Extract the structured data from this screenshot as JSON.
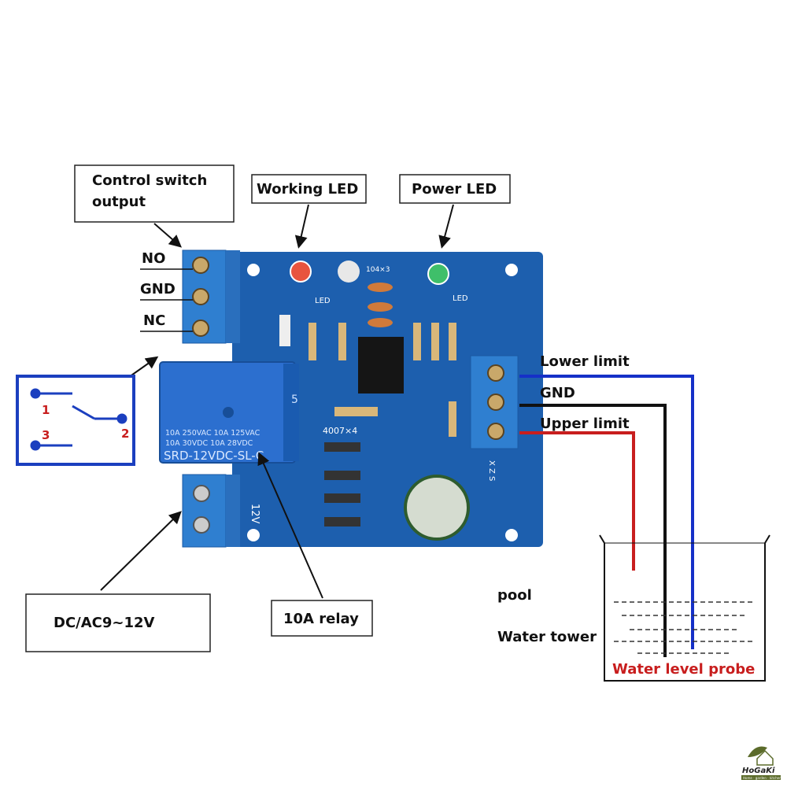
{
  "labels": {
    "control_switch_line1": "Control switch",
    "control_switch_line2": "output",
    "working_led": "Working LED",
    "power_led": "Power LED",
    "no": "NO",
    "gnd_left": "GND",
    "nc": "NC",
    "power_input": "DC/AC9~12V",
    "relay": "10A relay",
    "lower_limit": "Lower limit",
    "gnd_right": "GND",
    "upper_limit": "Upper limit",
    "pool": "pool",
    "water_tower": "Water tower",
    "water_level_probe": "Water level probe"
  },
  "switch_diagram": {
    "pin1": "1",
    "pin2": "2",
    "pin3": "3"
  },
  "board": {
    "relay_line1": "10A 250VAC  10A 125VAC",
    "relay_line2": "10A 30VDC  10A 28VDC",
    "relay_model": "SRD-12VDC-SL-C",
    "relay_num": "5",
    "led_left": "LED",
    "led_right": "LED",
    "diode_label": "4007×4",
    "pot_label": "104×3",
    "voltage_label": "12V",
    "terminal_marks": "X Z S"
  },
  "logo": {
    "name": "HoGaKi",
    "tagline": "Home - garden - kitchen"
  },
  "colors": {
    "board": "#1d5fae",
    "wire_blue": "#1530c8",
    "wire_red": "#c81e1e",
    "wire_black": "#111111",
    "terminal": "#2f7fd0",
    "switch_box": "#1b3fbf"
  }
}
